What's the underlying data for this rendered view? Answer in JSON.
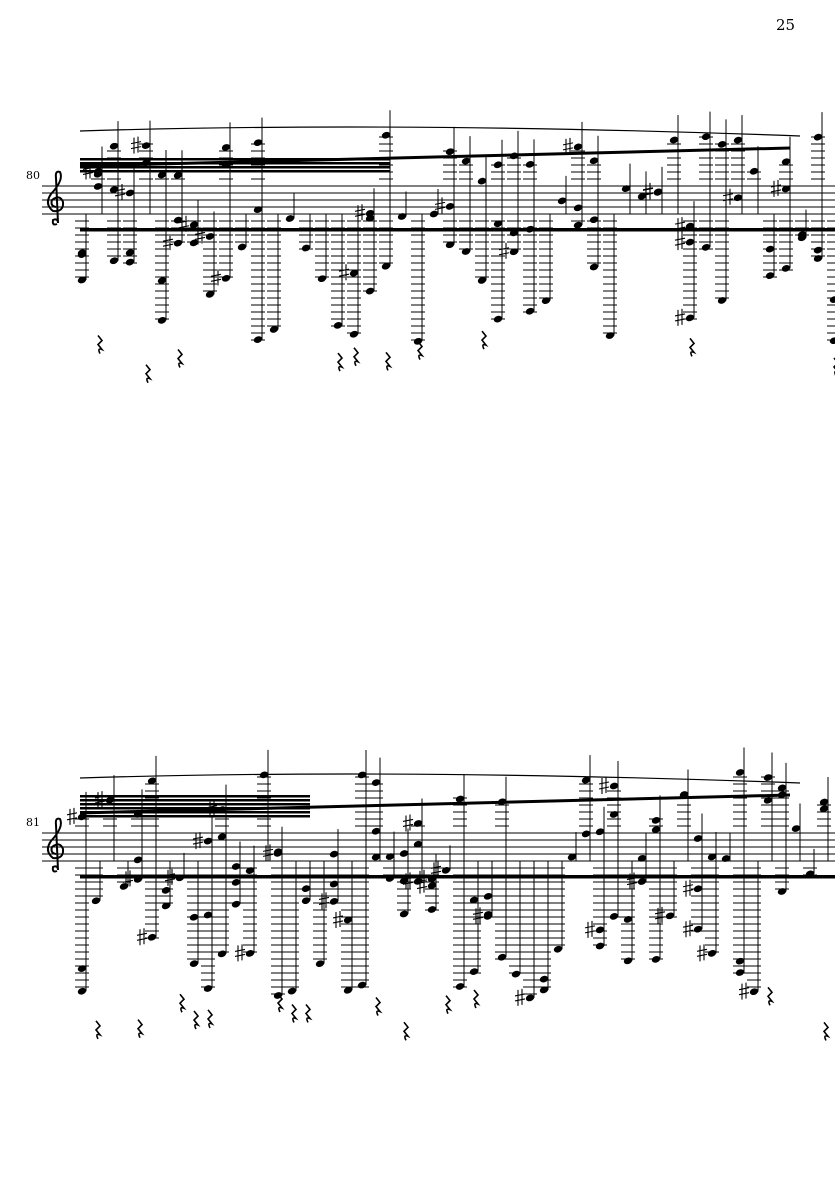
{
  "page": {
    "number": "25"
  },
  "systems": [
    {
      "measure_number": "80",
      "clef": "treble"
    },
    {
      "measure_number": "81",
      "clef": "treble"
    }
  ],
  "colors": {
    "ink": "#000000",
    "paper": "#ffffff"
  }
}
